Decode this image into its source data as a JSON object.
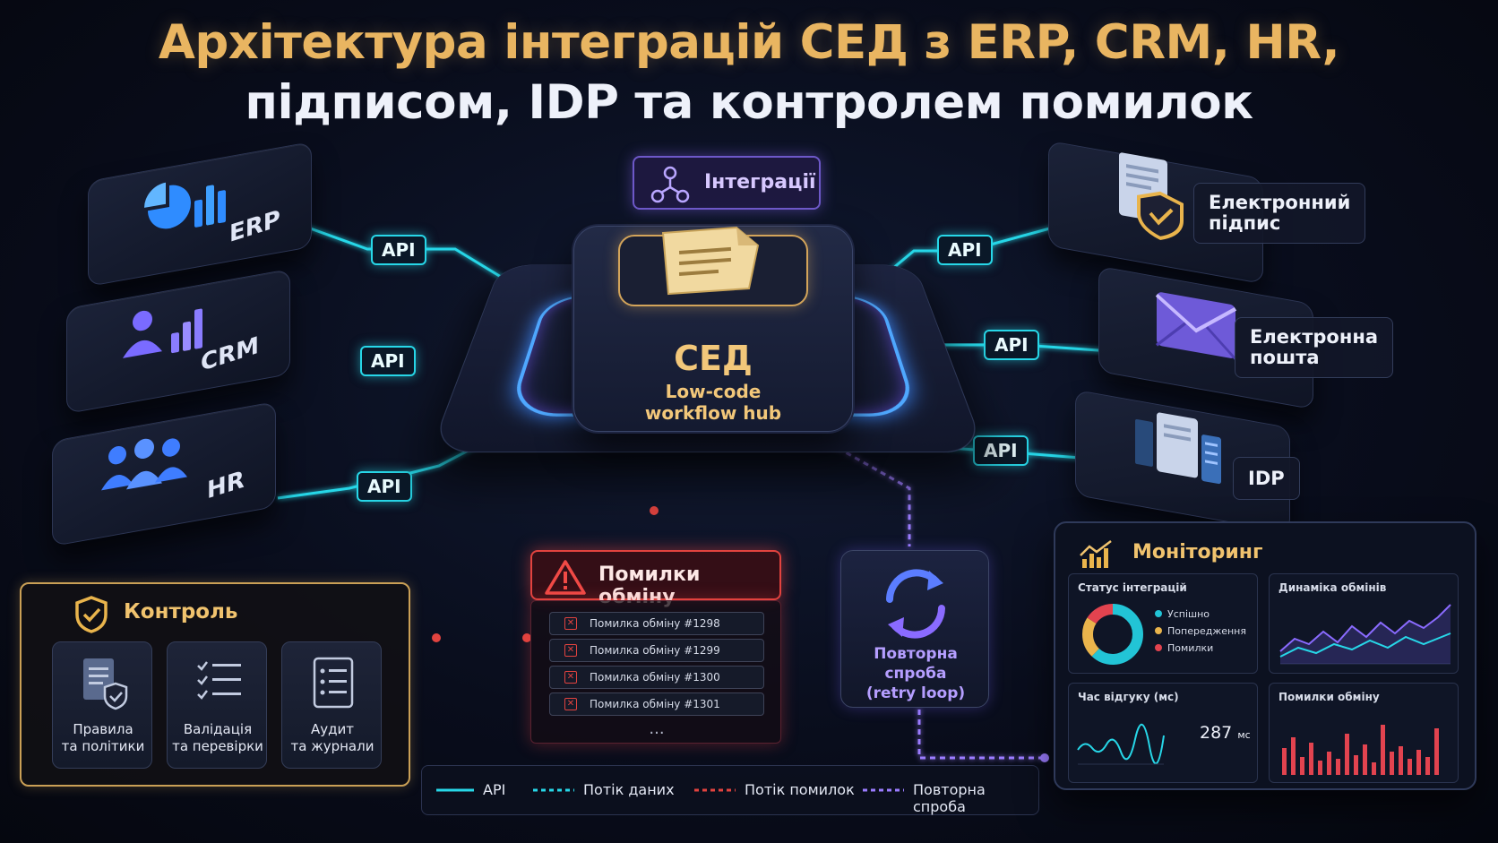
{
  "title": {
    "line1": "Архітектура інтеграцій СЕД з ERP, CRM, HR,",
    "line2": "підписом, IDP та контролем помилок"
  },
  "hub": {
    "title": "СЕД",
    "subtitle_line1": "Low-code",
    "subtitle_line2": "workflow hub",
    "badge": "Інтеграції"
  },
  "left_systems": [
    {
      "label": "ERP",
      "icon": "pie-bar-chart-icon"
    },
    {
      "label": "CRM",
      "icon": "user-chart-icon"
    },
    {
      "label": "HR",
      "icon": "users-group-icon"
    }
  ],
  "right_systems": [
    {
      "label_line1": "Електронний",
      "label_line2": "підпис",
      "icon": "signed-document-shield-icon"
    },
    {
      "label_line1": "Електронна",
      "label_line2": "пошта",
      "icon": "envelope-icon"
    },
    {
      "label_line1": "IDP",
      "label_line2": "",
      "icon": "server-document-icon"
    }
  ],
  "api_label": "API",
  "errors": {
    "title": "Помилки обміну",
    "items": [
      "Помилка обміну #1298",
      "Помилка обміну #1299",
      "Помилка обміну #1300",
      "Помилка обміну #1301"
    ],
    "more": "..."
  },
  "retry": {
    "line1": "Повторна спроба",
    "line2": "(retry loop)"
  },
  "control": {
    "title": "Контроль",
    "cards": [
      {
        "line1": "Правила",
        "line2": "та політики"
      },
      {
        "line1": "Валідація",
        "line2": "та перевірки"
      },
      {
        "line1": "Аудит",
        "line2": "та журнали"
      }
    ]
  },
  "legend": [
    {
      "label": "API",
      "style": "solid",
      "color": "#27d7e8"
    },
    {
      "label": "Потік даних",
      "style": "dashed",
      "color": "#27d7e8"
    },
    {
      "label": "Потік помилок",
      "style": "dashed",
      "color": "#e2433f"
    },
    {
      "label": "Повторна спроба",
      "style": "dashed",
      "color": "#9b7cff"
    }
  ],
  "monitoring": {
    "title": "Моніторинг",
    "status_title": "Статус інтеграцій",
    "status_legend": [
      {
        "label": "Успішно",
        "color": "#22c4d6"
      },
      {
        "label": "Попередження",
        "color": "#e9b44c"
      },
      {
        "label": "Помилки",
        "color": "#e2434f"
      }
    ],
    "status_share": [
      0.62,
      0.22,
      0.16
    ],
    "dynamics_title": "Динаміка обмінів",
    "response_title": "Час відгуку (мс)",
    "response_value": "287",
    "response_unit": "мс",
    "errors_title": "Помилки обміну"
  },
  "colors": {
    "accent_gold": "#e9b561",
    "api_cyan": "#27d7e8",
    "error_red": "#e2433f",
    "retry_violet": "#9b7cff"
  }
}
